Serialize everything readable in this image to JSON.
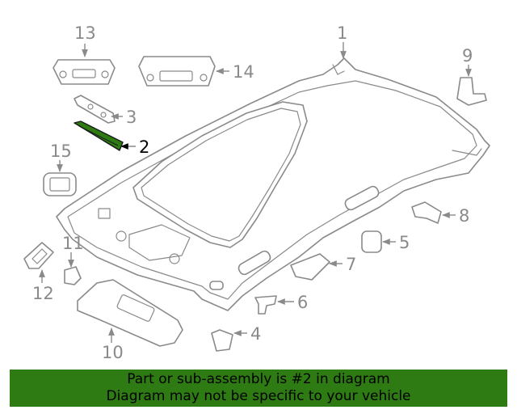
{
  "diagram": {
    "highlight_color": "#2d7b12",
    "callouts": [
      "1",
      "2",
      "3",
      "4",
      "5",
      "6",
      "7",
      "8",
      "9",
      "10",
      "11",
      "12",
      "13",
      "14",
      "15"
    ]
  },
  "banner": {
    "line1": "Part or sub-assembly is #2 in diagram",
    "line2": "Diagram may not be specific to your vehicle",
    "background": "#2d7b12"
  }
}
